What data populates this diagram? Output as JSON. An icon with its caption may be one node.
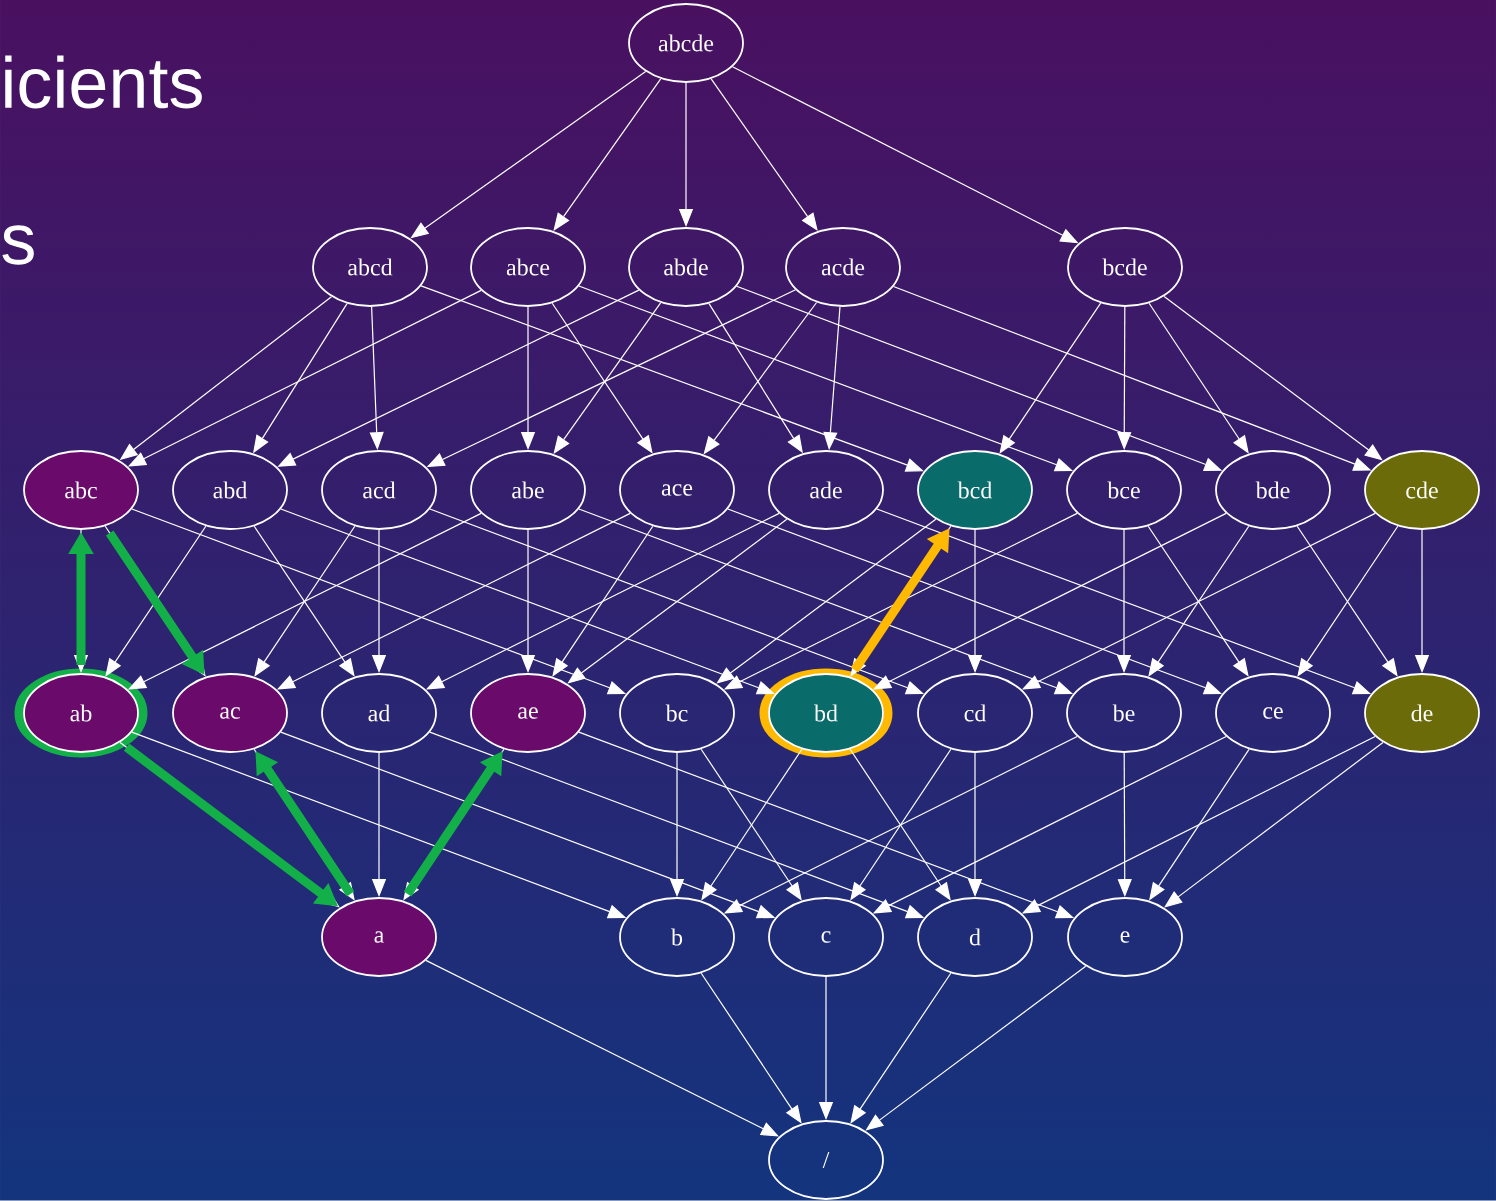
{
  "diagram": {
    "nodes": [
      {
        "text": [
          "abcde"
        ]
      },
      {
        "text": [
          "abcd"
        ]
      },
      {
        "text": [
          "abce"
        ]
      },
      {
        "text": [
          "abde"
        ]
      },
      {
        "text": [
          "acde"
        ]
      },
      {
        "text": [
          "bcde"
        ]
      },
      {
        "text": [
          "abc"
        ]
      },
      {
        "text": [
          "abd"
        ]
      },
      {
        "text": [
          "acd"
        ]
      },
      {
        "text": [
          "abe"
        ]
      },
      {
        "text": [
          "ace"
        ]
      },
      {
        "text": [
          "ade"
        ]
      },
      {
        "text": [
          "bcd"
        ]
      },
      {
        "text": [
          "bce"
        ]
      },
      {
        "text": [
          "bde"
        ]
      },
      {
        "text": [
          "cde"
        ]
      },
      {
        "text": [
          "ab"
        ]
      },
      {
        "text": [
          "ac"
        ]
      },
      {
        "text": [
          "ad"
        ]
      },
      {
        "text": [
          "ae"
        ]
      },
      {
        "text": [
          "bc"
        ]
      },
      {
        "text": [
          "bd"
        ]
      },
      {
        "text": [
          "cd"
        ]
      },
      {
        "text": [
          "be"
        ]
      },
      {
        "text": [
          "ce"
        ]
      },
      {
        "text": [
          "de"
        ]
      },
      {
        "text": [
          "a"
        ]
      },
      {
        "text": [
          "b"
        ]
      },
      {
        "text": [
          "c"
        ]
      },
      {
        "text": [
          "d"
        ]
      },
      {
        "text": [
          "e"
        ]
      },
      {
        "text": [
          "/"
        ]
      }
    ],
    "edges": [
      {
        "from": 0,
        "to": 1,
        "arrow": "to"
      },
      {
        "from": 0,
        "to": 2,
        "arrow": "to"
      },
      {
        "from": 0,
        "to": 3,
        "arrow": "to"
      },
      {
        "from": 0,
        "to": 4,
        "arrow": "to"
      },
      {
        "from": 0,
        "to": 5,
        "arrow": "to"
      },
      {
        "from": 1,
        "to": 6,
        "arrow": "to"
      },
      {
        "from": 1,
        "to": 7,
        "arrow": "to"
      },
      {
        "from": 1,
        "to": 8,
        "arrow": "to"
      },
      {
        "from": 1,
        "to": 12,
        "arrow": "to"
      },
      {
        "from": 2,
        "to": 6,
        "arrow": "to"
      },
      {
        "from": 2,
        "to": 9,
        "arrow": "to"
      },
      {
        "from": 2,
        "to": 10,
        "arrow": "to"
      },
      {
        "from": 2,
        "to": 13,
        "arrow": "to"
      },
      {
        "from": 3,
        "to": 7,
        "arrow": "to"
      },
      {
        "from": 3,
        "to": 9,
        "arrow": "to"
      },
      {
        "from": 3,
        "to": 11,
        "arrow": "to"
      },
      {
        "from": 3,
        "to": 14,
        "arrow": "to"
      },
      {
        "from": 4,
        "to": 8,
        "arrow": "to"
      },
      {
        "from": 4,
        "to": 10,
        "arrow": "to"
      },
      {
        "from": 4,
        "to": 11,
        "arrow": "to"
      },
      {
        "from": 4,
        "to": 15,
        "arrow": "to"
      },
      {
        "from": 5,
        "to": 12,
        "arrow": "to"
      },
      {
        "from": 5,
        "to": 13,
        "arrow": "to"
      },
      {
        "from": 5,
        "to": 14,
        "arrow": "to"
      },
      {
        "from": 5,
        "to": 15,
        "arrow": "to"
      },
      {
        "from": 6,
        "to": 16,
        "arrow": "to"
      },
      {
        "from": 6,
        "to": 17,
        "arrow": "to"
      },
      {
        "from": 6,
        "to": 20,
        "arrow": "to"
      },
      {
        "from": 7,
        "to": 16,
        "arrow": "to"
      },
      {
        "from": 7,
        "to": 18,
        "arrow": "to"
      },
      {
        "from": 7,
        "to": 21,
        "arrow": "to"
      },
      {
        "from": 8,
        "to": 17,
        "arrow": "to"
      },
      {
        "from": 8,
        "to": 18,
        "arrow": "to"
      },
      {
        "from": 8,
        "to": 22,
        "arrow": "to"
      },
      {
        "from": 9,
        "to": 16,
        "arrow": "to"
      },
      {
        "from": 9,
        "to": 19,
        "arrow": "to"
      },
      {
        "from": 9,
        "to": 23,
        "arrow": "to"
      },
      {
        "from": 10,
        "to": 17,
        "arrow": "to"
      },
      {
        "from": 10,
        "to": 19,
        "arrow": "to"
      },
      {
        "from": 10,
        "to": 24,
        "arrow": "to"
      },
      {
        "from": 11,
        "to": 18,
        "arrow": "to"
      },
      {
        "from": 11,
        "to": 19,
        "arrow": "to"
      },
      {
        "from": 11,
        "to": 25,
        "arrow": "to"
      },
      {
        "from": 12,
        "to": 20,
        "arrow": "to"
      },
      {
        "from": 12,
        "to": 21,
        "arrow": "to"
      },
      {
        "from": 12,
        "to": 22,
        "arrow": "to"
      },
      {
        "from": 13,
        "to": 20,
        "arrow": "to"
      },
      {
        "from": 13,
        "to": 23,
        "arrow": "to"
      },
      {
        "from": 13,
        "to": 24,
        "arrow": "to"
      },
      {
        "from": 14,
        "to": 21,
        "arrow": "to"
      },
      {
        "from": 14,
        "to": 23,
        "arrow": "to"
      },
      {
        "from": 14,
        "to": 25,
        "arrow": "to"
      },
      {
        "from": 15,
        "to": 22,
        "arrow": "to"
      },
      {
        "from": 15,
        "to": 24,
        "arrow": "to"
      },
      {
        "from": 15,
        "to": 25,
        "arrow": "to"
      },
      {
        "from": 16,
        "to": 26,
        "arrow": "to"
      },
      {
        "from": 16,
        "to": 27,
        "arrow": "to"
      },
      {
        "from": 17,
        "to": 26,
        "arrow": "to"
      },
      {
        "from": 17,
        "to": 28,
        "arrow": "to"
      },
      {
        "from": 18,
        "to": 26,
        "arrow": "to"
      },
      {
        "from": 18,
        "to": 29,
        "arrow": "to"
      },
      {
        "from": 19,
        "to": 26,
        "arrow": "to"
      },
      {
        "from": 19,
        "to": 30,
        "arrow": "to"
      },
      {
        "from": 20,
        "to": 27,
        "arrow": "to"
      },
      {
        "from": 20,
        "to": 28,
        "arrow": "to"
      },
      {
        "from": 21,
        "to": 27,
        "arrow": "to"
      },
      {
        "from": 21,
        "to": 29,
        "arrow": "to"
      },
      {
        "from": 22,
        "to": 28,
        "arrow": "to"
      },
      {
        "from": 22,
        "to": 29,
        "arrow": "to"
      },
      {
        "from": 23,
        "to": 27,
        "arrow": "to"
      },
      {
        "from": 23,
        "to": 30,
        "arrow": "to"
      },
      {
        "from": 24,
        "to": 28,
        "arrow": "to"
      },
      {
        "from": 24,
        "to": 30,
        "arrow": "to"
      },
      {
        "from": 25,
        "to": 29,
        "arrow": "to"
      },
      {
        "from": 25,
        "to": 30,
        "arrow": "to"
      },
      {
        "from": 26,
        "to": 31,
        "arrow": "to"
      },
      {
        "from": 27,
        "to": 31,
        "arrow": "to"
      },
      {
        "from": 28,
        "to": 31,
        "arrow": "to"
      },
      {
        "from": 29,
        "to": 31,
        "arrow": "to"
      },
      {
        "from": 30,
        "to": 31,
        "arrow": "to"
      },
      {
        "from": 16,
        "to": 6,
        "arrow": "to",
        "style": "thick",
        "color": "#13b04a"
      },
      {
        "from": 6,
        "to": 17,
        "arrow": "to",
        "style": "thick",
        "color": "#13b04a"
      },
      {
        "from": 16,
        "to": 26,
        "arrow": "to",
        "style": "thick",
        "color": "#13b04a"
      },
      {
        "from": 26,
        "to": 17,
        "arrow": "to",
        "style": "thick",
        "color": "#13b04a"
      },
      {
        "from": 26,
        "to": 19,
        "arrow": "to",
        "style": "thick",
        "color": "#13b04a"
      },
      {
        "from": 21,
        "to": 12,
        "arrow": "to",
        "style": "thick",
        "color": "#ffb900"
      }
    ],
    "labels": [
      "icients",
      "s"
    ]
  }
}
